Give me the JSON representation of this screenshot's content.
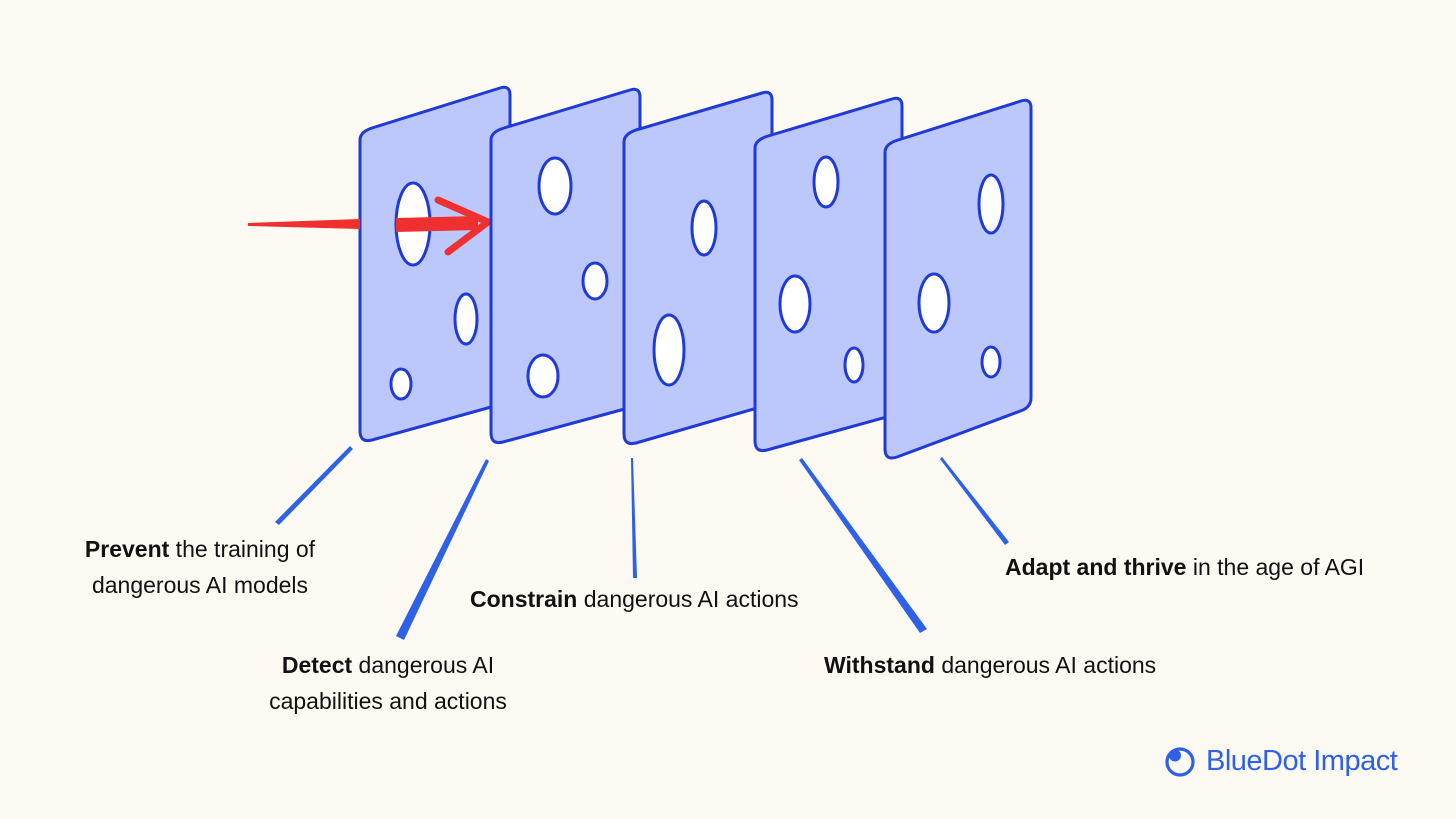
{
  "colors": {
    "background": "#fdfaf3",
    "panel_fill": "#bcc8fb",
    "panel_stroke": "#1f3ad6",
    "hole_fill": "#ffffff",
    "pointer": "#2e60e8",
    "arrow": "#ef3030",
    "text": "#111111",
    "brand": "#2e60e8"
  },
  "layers": [
    {
      "bold": "Prevent",
      "rest_line1": " the training of",
      "line2": "dangerous AI models"
    },
    {
      "bold": "Detect",
      "rest_line1": " dangerous AI",
      "line2": "capabilities and actions"
    },
    {
      "bold": "Constrain",
      "rest_line1": " dangerous AI actions"
    },
    {
      "bold": "Withstand",
      "rest_line1": " dangerous AI actions"
    },
    {
      "bold": "Adapt and thrive",
      "rest_line1": " in the age of AGI"
    }
  ],
  "brand": {
    "name": "BlueDot Impact",
    "icon": "bluedot-logo-icon"
  },
  "icons": {
    "arrow": "red-arrow-icon"
  }
}
